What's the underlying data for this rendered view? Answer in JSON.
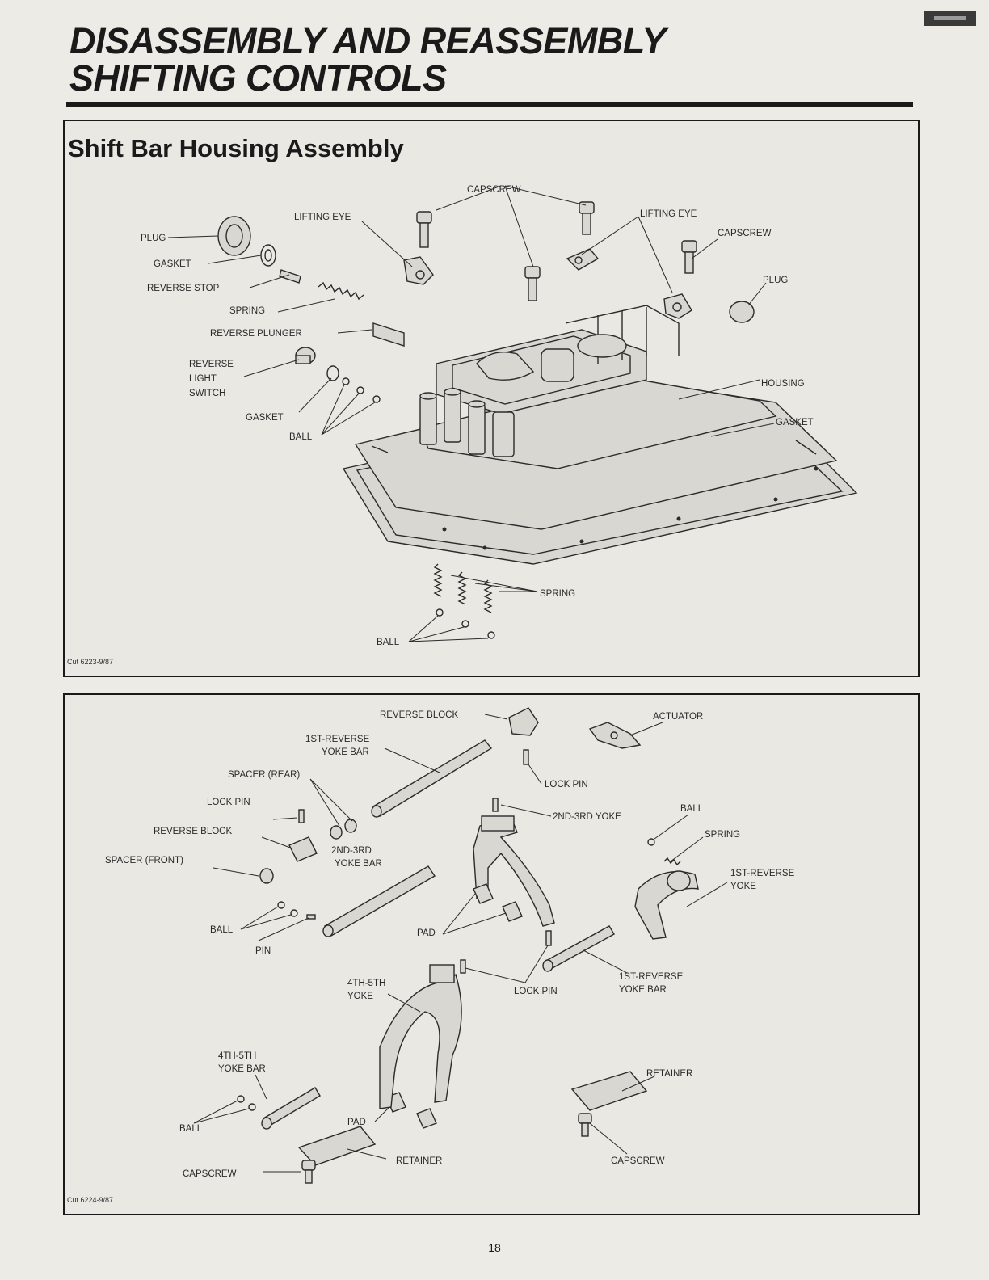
{
  "header": {
    "title_line1": "DISASSEMBLY AND REASSEMBLY",
    "title_line2": "SHIFTING CONTROLS"
  },
  "section1": {
    "title": "Shift Bar Housing Assembly",
    "cut": "Cut 6223-9/87",
    "labels": {
      "capscrew_top": "CAPSCREW",
      "lifting_eye_left": "LIFTING EYE",
      "lifting_eye_right": "LIFTING EYE",
      "capscrew_right": "CAPSCREW",
      "plug_left": "PLUG",
      "gasket_left": "GASKET",
      "reverse_stop": "REVERSE STOP",
      "spring_top": "SPRING",
      "reverse_plunger": "REVERSE PLUNGER",
      "plug_right": "PLUG",
      "reverse_light_switch_1": "REVERSE",
      "reverse_light_switch_2": "LIGHT",
      "reverse_light_switch_3": "SWITCH",
      "housing": "HOUSING",
      "gasket_small": "GASKET",
      "ball_top": "BALL",
      "gasket_right": "GASKET",
      "spring_bottom": "SPRING",
      "ball_bottom": "BALL"
    }
  },
  "section2": {
    "cut": "Cut 6224-9/87",
    "labels": {
      "reverse_block_top": "REVERSE BLOCK",
      "actuator": "ACTUATOR",
      "first_rev_yoke_bar_top_1": "1ST-REVERSE",
      "first_rev_yoke_bar_top_2": "YOKE BAR",
      "spacer_rear": "SPACER (REAR)",
      "lock_pin_top": "LOCK PIN",
      "lock_pin_left": "LOCK PIN",
      "second_third_yoke": "2ND-3RD YOKE",
      "ball_right": "BALL",
      "reverse_block_left": "REVERSE BLOCK",
      "spring": "SPRING",
      "second_third_yoke_bar_1": "2ND-3RD",
      "second_third_yoke_bar_2": "YOKE BAR",
      "spacer_front": "SPACER (FRONT)",
      "first_rev_yoke_1": "1ST-REVERSE",
      "first_rev_yoke_2": "YOKE",
      "ball_left": "BALL",
      "pad_mid": "PAD",
      "pin": "PIN",
      "fourth_fifth_yoke_1": "4TH-5TH",
      "fourth_fifth_yoke_2": "YOKE",
      "lock_pin_bottom": "LOCK PIN",
      "first_rev_yoke_bar_bot_1": "1ST-REVERSE",
      "first_rev_yoke_bar_bot_2": "YOKE BAR",
      "fourth_fifth_yoke_bar_1": "4TH-5TH",
      "fourth_fifth_yoke_bar_2": "YOKE BAR",
      "retainer_right": "RETAINER",
      "pad_bottom": "PAD",
      "ball_bottom": "BALL",
      "retainer_bottom": "RETAINER",
      "capscrew_left": "CAPSCREW",
      "capscrew_right": "CAPSCREW"
    }
  },
  "footer": {
    "page_number": "18"
  }
}
